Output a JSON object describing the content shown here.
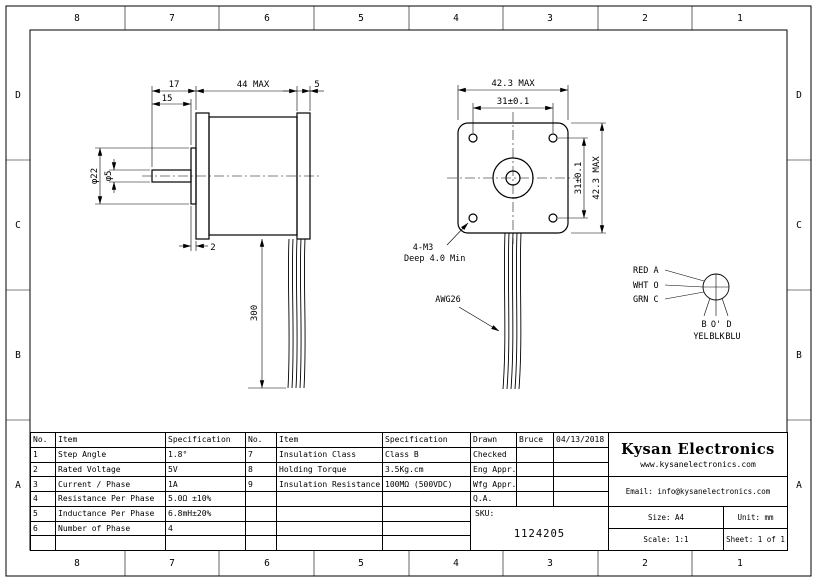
{
  "border": {
    "col_labels": [
      "8",
      "7",
      "6",
      "5",
      "4",
      "3",
      "2",
      "1"
    ],
    "row_labels": [
      "D",
      "C",
      "B",
      "A"
    ]
  },
  "drawing": {
    "side_dims": {
      "shaft_len": "17",
      "shaft_to_boss": "15",
      "body_len": "44 MAX",
      "rear_cap": "5",
      "boss_dia": "φ22",
      "shaft_dia": "φ5",
      "boss_height": "2",
      "lead_len": "300"
    },
    "front_dims": {
      "width": "42.3 MAX",
      "hole_pitch_top": "31±0.1",
      "hole_pitch_side": "31±0.1",
      "height": "42.3 MAX"
    },
    "callouts": {
      "mount_line1": "4-M3",
      "mount_line2": "Deep 4.0 Min",
      "wire_gauge": "AWG26"
    },
    "wiring": {
      "lead_a": "RED A",
      "lead_o": "WHT O",
      "lead_c": "GRN C",
      "term_b": "B",
      "term_o2": "O'",
      "term_d": "D",
      "color_b": "YEL",
      "color_o": "BLK",
      "color_d": "BLU"
    }
  },
  "spec_table": {
    "headers": {
      "no": "No.",
      "item": "Item",
      "spec": "Specification"
    },
    "left_rows": [
      {
        "no": "1",
        "item": "Step Angle",
        "spec": "1.8°"
      },
      {
        "no": "2",
        "item": "Rated Voltage",
        "spec": "5V"
      },
      {
        "no": "3",
        "item": "Current / Phase",
        "spec": "1A"
      },
      {
        "no": "4",
        "item": "Resistance Per Phase",
        "spec": "5.0Ω ±10%"
      },
      {
        "no": "5",
        "item": "Inductance Per Phase",
        "spec": "6.8mH±20%"
      },
      {
        "no": "6",
        "item": "Number of Phase",
        "spec": "4"
      }
    ],
    "right_rows": [
      {
        "no": "7",
        "item": "Insulation Class",
        "spec": "Class B"
      },
      {
        "no": "8",
        "item": "Holding Torque",
        "spec": "3.5Kg.cm"
      },
      {
        "no": "9",
        "item": "Insulation Resistance",
        "spec": "100MΩ (500VDC)"
      }
    ],
    "approvals": [
      {
        "label": "Drawn",
        "value": "Bruce",
        "date": "04/13/2018"
      },
      {
        "label": "Checked",
        "value": "",
        "date": ""
      },
      {
        "label": "Eng Appr.",
        "value": "",
        "date": ""
      },
      {
        "label": "Wfg Appr.",
        "value": "",
        "date": ""
      },
      {
        "label": "Q.A.",
        "value": "",
        "date": ""
      }
    ],
    "sku_label": "SKU:",
    "sku_value": "1124205"
  },
  "title_block": {
    "company": "Kysan Electronics",
    "website": "www.kysanelectronics.com",
    "email": "Email: info@kysanelectronics.com",
    "size": "Size: A4",
    "unit": "Unit: mm",
    "scale": "Scale: 1:1",
    "sheet": "Sheet: 1 of 1"
  }
}
